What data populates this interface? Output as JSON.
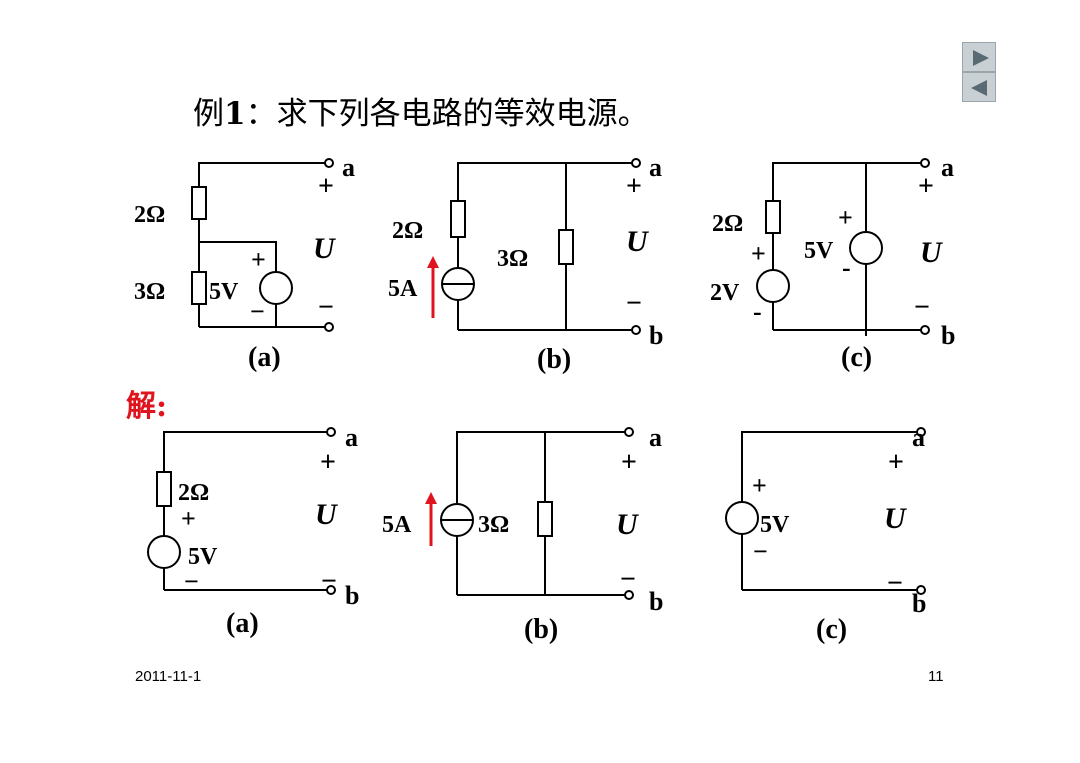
{
  "title": {
    "prefix": "例",
    "num": "1",
    "rest": "：求下列各电路的等效电源。"
  },
  "solution_label": "解:",
  "nav": {
    "next": "next-slide",
    "prev": "previous-slide"
  },
  "footer": {
    "date": "2011-11-1",
    "page": "11"
  },
  "colors": {
    "accent_red": "#e0141e",
    "arrow_red": "#e0141e"
  },
  "terminals": {
    "a": "a",
    "b": "b",
    "plus": "+",
    "minus": "−",
    "voltage": "U",
    "minus_short": "-"
  },
  "circuit_a": {
    "r1": "2Ω",
    "r2": "3Ω",
    "src": "5V",
    "caption": "(a)"
  },
  "circuit_b": {
    "r1": "2Ω",
    "r2": "3Ω",
    "src": "5A",
    "caption": "(b)"
  },
  "circuit_c": {
    "r1": "2Ω",
    "src1": "5V",
    "src2": "2V",
    "caption": "(c)"
  },
  "answer_a": {
    "r": "2Ω",
    "src": "5V",
    "caption": "(a)"
  },
  "answer_b": {
    "src": "5A",
    "r": "3Ω",
    "caption": "(b)"
  },
  "answer_c": {
    "src": "5V",
    "caption": "(c)"
  }
}
